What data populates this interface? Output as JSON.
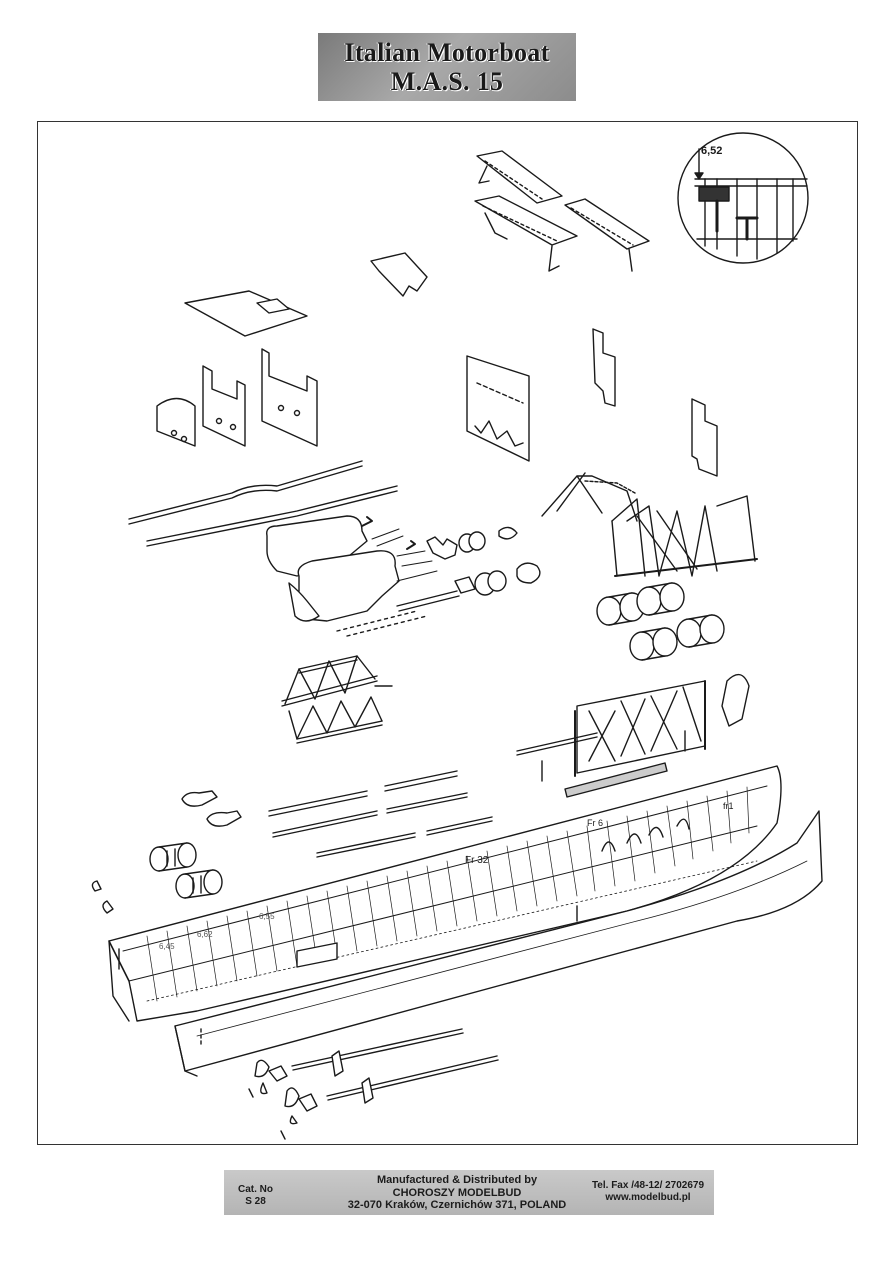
{
  "title": {
    "line1": "Italian Motorboat",
    "line2": "M.A.S. 15"
  },
  "drawing": {
    "inset_label": "6,52",
    "frame_labels": [
      "Fr 32",
      "Fr 6",
      "fr1",
      "6,55",
      "6,62",
      "6,45"
    ]
  },
  "footer": {
    "cat_label": "Cat. No",
    "cat_number": "S 28",
    "maker_line1": "Manufactured & Distributed by",
    "maker_line2": "CHOROSZY MODELBUD",
    "maker_line3": "32-070 Kraków, Czernichów 371, POLAND",
    "phone": "Tel. Fax /48-12/ 2702679",
    "website": "www.modelbud.pl"
  }
}
